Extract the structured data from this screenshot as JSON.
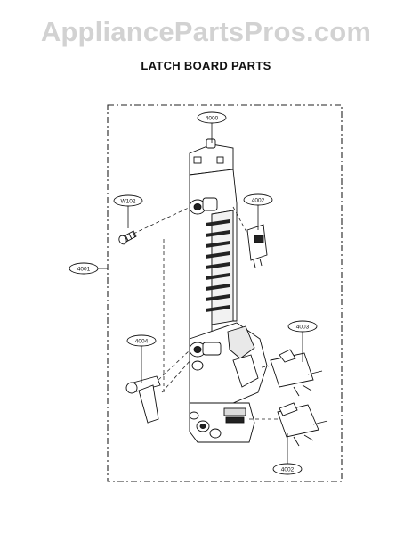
{
  "watermark": "AppliancePartsPros.com",
  "title": "LATCH BOARD PARTS",
  "callouts": {
    "c4000": "4000",
    "cW102": "W102",
    "c4002": "4002",
    "c4001": "4001",
    "c4003": "4003",
    "c4004": "4004",
    "c4002b": "4002"
  }
}
